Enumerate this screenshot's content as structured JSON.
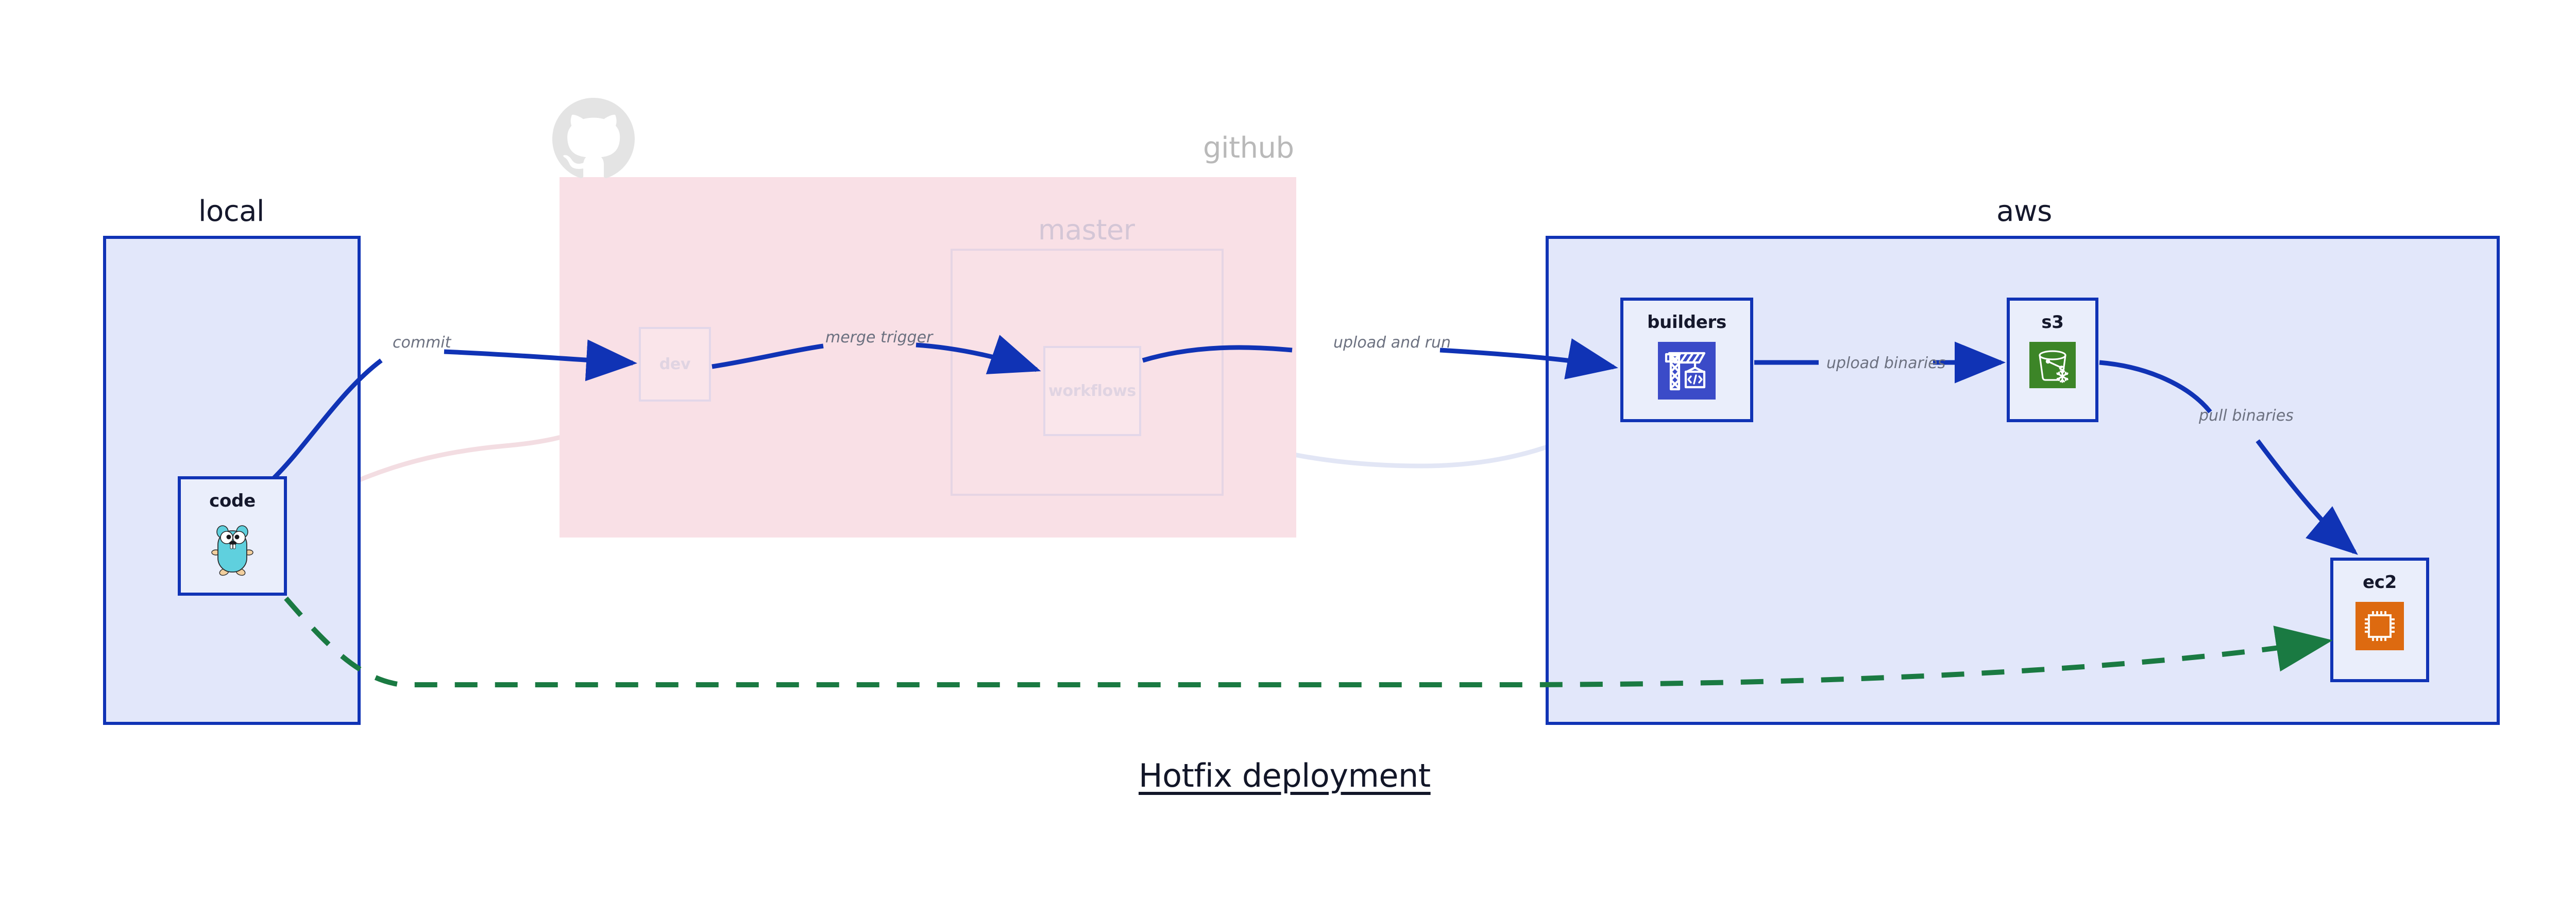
{
  "diagram": {
    "title": "Hotfix deployment",
    "background": "#ffffff",
    "accent_blue": "#1033b5",
    "group_fill_blue": "#e2e7fa",
    "group_fill_pink": "#f9e0e6",
    "node_fill": "#eaeefb",
    "edge_color": "#1033b5",
    "dashed_edge_color": "#1a7a42",
    "label_color": "#6c7180"
  },
  "groups": [
    {
      "id": "local",
      "label": "local",
      "style": "solid-blue"
    },
    {
      "id": "github",
      "label": "github",
      "style": "faded-pink"
    },
    {
      "id": "master",
      "label": "master",
      "style": "faded-subgroup"
    },
    {
      "id": "aws",
      "label": "aws",
      "style": "solid-blue"
    }
  ],
  "nodes": [
    {
      "id": "code",
      "label": "code",
      "icon": "go-gopher-icon",
      "group": "local",
      "faded": false
    },
    {
      "id": "dev",
      "label": "dev",
      "icon": "none",
      "group": "github",
      "faded": true
    },
    {
      "id": "workflows",
      "label": "workflows",
      "icon": "none",
      "group": "master",
      "faded": true
    },
    {
      "id": "builders",
      "label": "builders",
      "icon": "aws-codebuild-icon",
      "group": "aws",
      "faded": false
    },
    {
      "id": "s3",
      "label": "s3",
      "icon": "aws-s3-icon",
      "group": "aws",
      "faded": false
    },
    {
      "id": "ec2",
      "label": "ec2",
      "icon": "aws-ec2-icon",
      "group": "aws",
      "faded": false
    }
  ],
  "edges": [
    {
      "id": "e1",
      "from": "code",
      "to": "dev",
      "label": "commit",
      "style": "solid",
      "faded": false
    },
    {
      "id": "e2",
      "from": "dev",
      "to": "workflows",
      "label": "merge trigger",
      "style": "solid",
      "faded": false
    },
    {
      "id": "e3",
      "from": "workflows",
      "to": "builders",
      "label": "upload and run",
      "style": "solid",
      "faded": false
    },
    {
      "id": "e4",
      "from": "builders",
      "to": "s3",
      "label": "upload binaries",
      "style": "solid",
      "faded": false
    },
    {
      "id": "e5",
      "from": "s3",
      "to": "ec2",
      "label": "pull binaries",
      "style": "solid",
      "faded": false
    },
    {
      "id": "e6",
      "from": "code",
      "to": "ec2",
      "label": "",
      "style": "dashed",
      "faded": false
    },
    {
      "id": "g1",
      "from": "code",
      "to": "dev",
      "label": "",
      "style": "solid",
      "faded": true
    },
    {
      "id": "g2",
      "from": "dev",
      "to": "workflows",
      "label": "",
      "style": "solid",
      "faded": true
    },
    {
      "id": "g3",
      "from": "workflows",
      "to": "builders",
      "label": "",
      "style": "solid",
      "faded": true
    }
  ],
  "watermarks": [
    {
      "id": "github-logo",
      "icon": "github-octocat-icon"
    }
  ]
}
